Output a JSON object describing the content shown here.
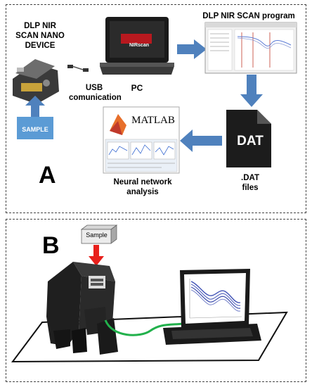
{
  "panel_a": {
    "letter": "A",
    "device_label": [
      "DLP NIR",
      "SCAN NANO",
      "DEVICE"
    ],
    "usb_label": [
      "USB",
      "comunication"
    ],
    "pc_label": "PC",
    "program_label": "DLP NIR SCAN program",
    "sample_label": "SAMPLE",
    "dat_icon_text": "DAT",
    "dat_label": [
      ".DAT",
      "files"
    ],
    "matlab_logo_text": "MATLAB",
    "nn_label": [
      "Neural network",
      "analysis"
    ],
    "laptop_screen_text": "NIRscan",
    "arrow_color": "#4f81bd"
  },
  "panel_b": {
    "letter": "B",
    "sample_label": "Sample",
    "input_arrow_color": "#e8201c",
    "cable_color": "#22b14c"
  }
}
